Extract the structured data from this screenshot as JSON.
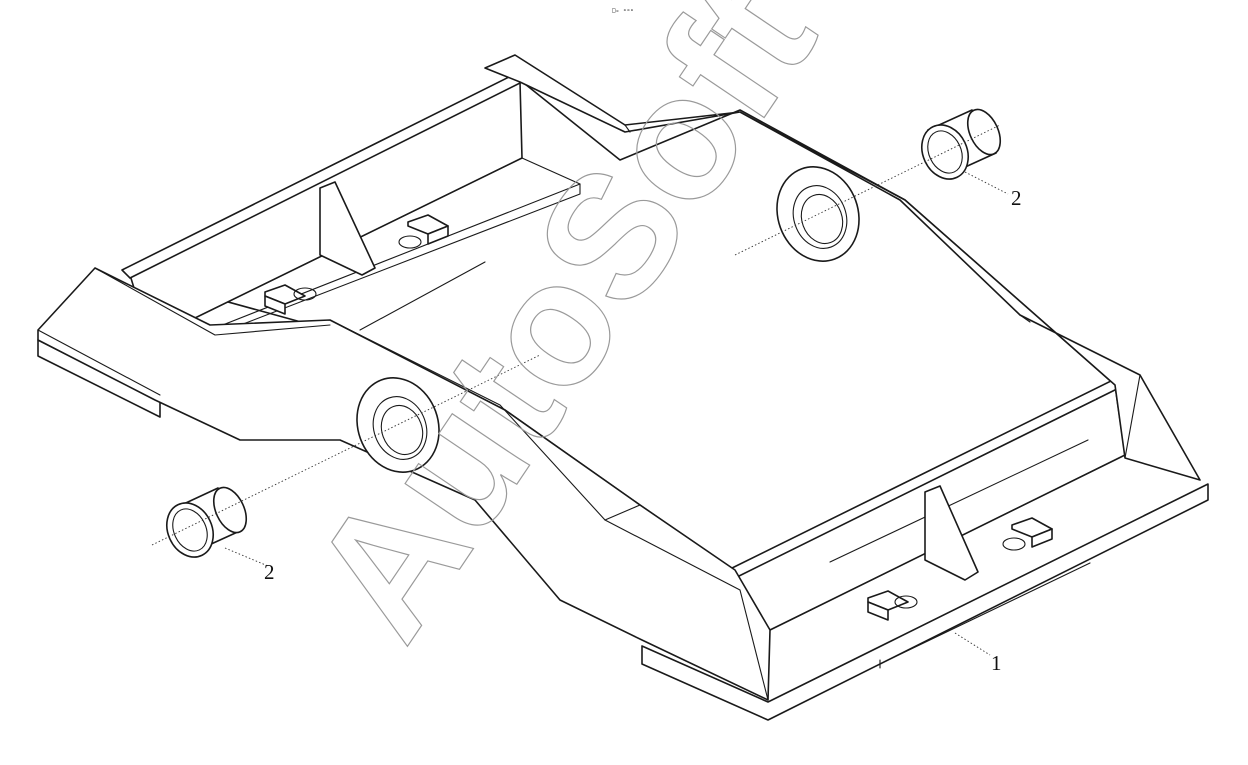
{
  "header": {
    "code": "□ₒ ∘∘∘"
  },
  "watermark": {
    "text": "AutoSoft"
  },
  "callouts": {
    "frame": "1",
    "bushing_left": "2",
    "bushing_right": "2"
  }
}
